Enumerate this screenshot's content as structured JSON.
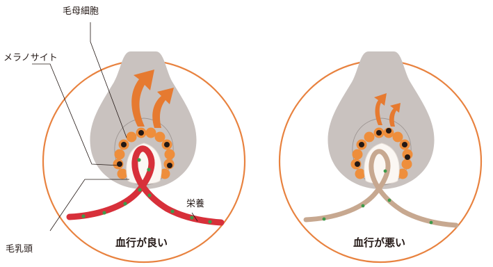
{
  "labels": {
    "hair_matrix_cell": "毛母細胞",
    "melanocyte": "メラノサイト",
    "dermal_papilla": "毛乳頭",
    "nutrition": "栄養"
  },
  "captions": {
    "good": "血行が良い",
    "bad": "血行が悪い"
  },
  "colors": {
    "circle_outline": "#e8823f",
    "follicle_gray": "#c9c2bf",
    "arrow_orange": "#e67a30",
    "cell_orange": "#ee8e3c",
    "melanocyte_black": "#231815",
    "vessel_good": "#d7303a",
    "vessel_bad": "#c7a890",
    "dot_green": "#3e9a4a"
  }
}
